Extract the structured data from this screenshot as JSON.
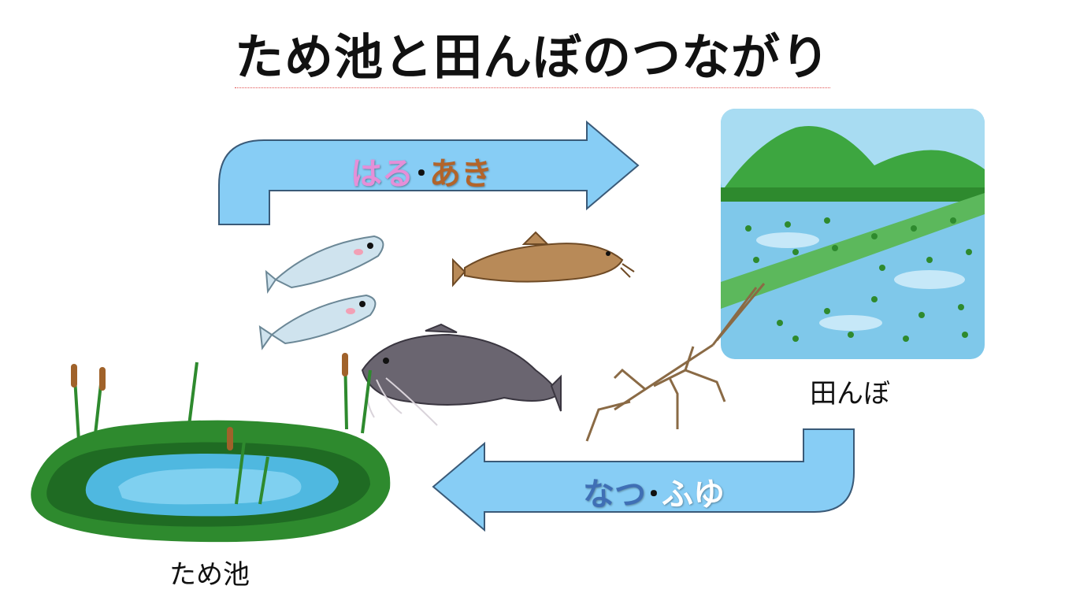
{
  "title": "ため池と田んぼのつながり",
  "arrow_top": {
    "part1": "はる",
    "separator": "･",
    "part2": "あき",
    "color1": "#e58fd8",
    "color2": "#b2642a"
  },
  "arrow_bottom": {
    "part1": "なつ",
    "separator": "･",
    "part2": "ふゆ",
    "color1": "#3f6fb5",
    "color2": "#ffffff"
  },
  "labels": {
    "paddy": "田んぼ",
    "pond": "ため池"
  },
  "colors": {
    "arrow_fill": "#87cdf5",
    "arrow_stroke": "#3a5a78",
    "grass": "#2e8a2e",
    "water": "#4fb8e0"
  }
}
